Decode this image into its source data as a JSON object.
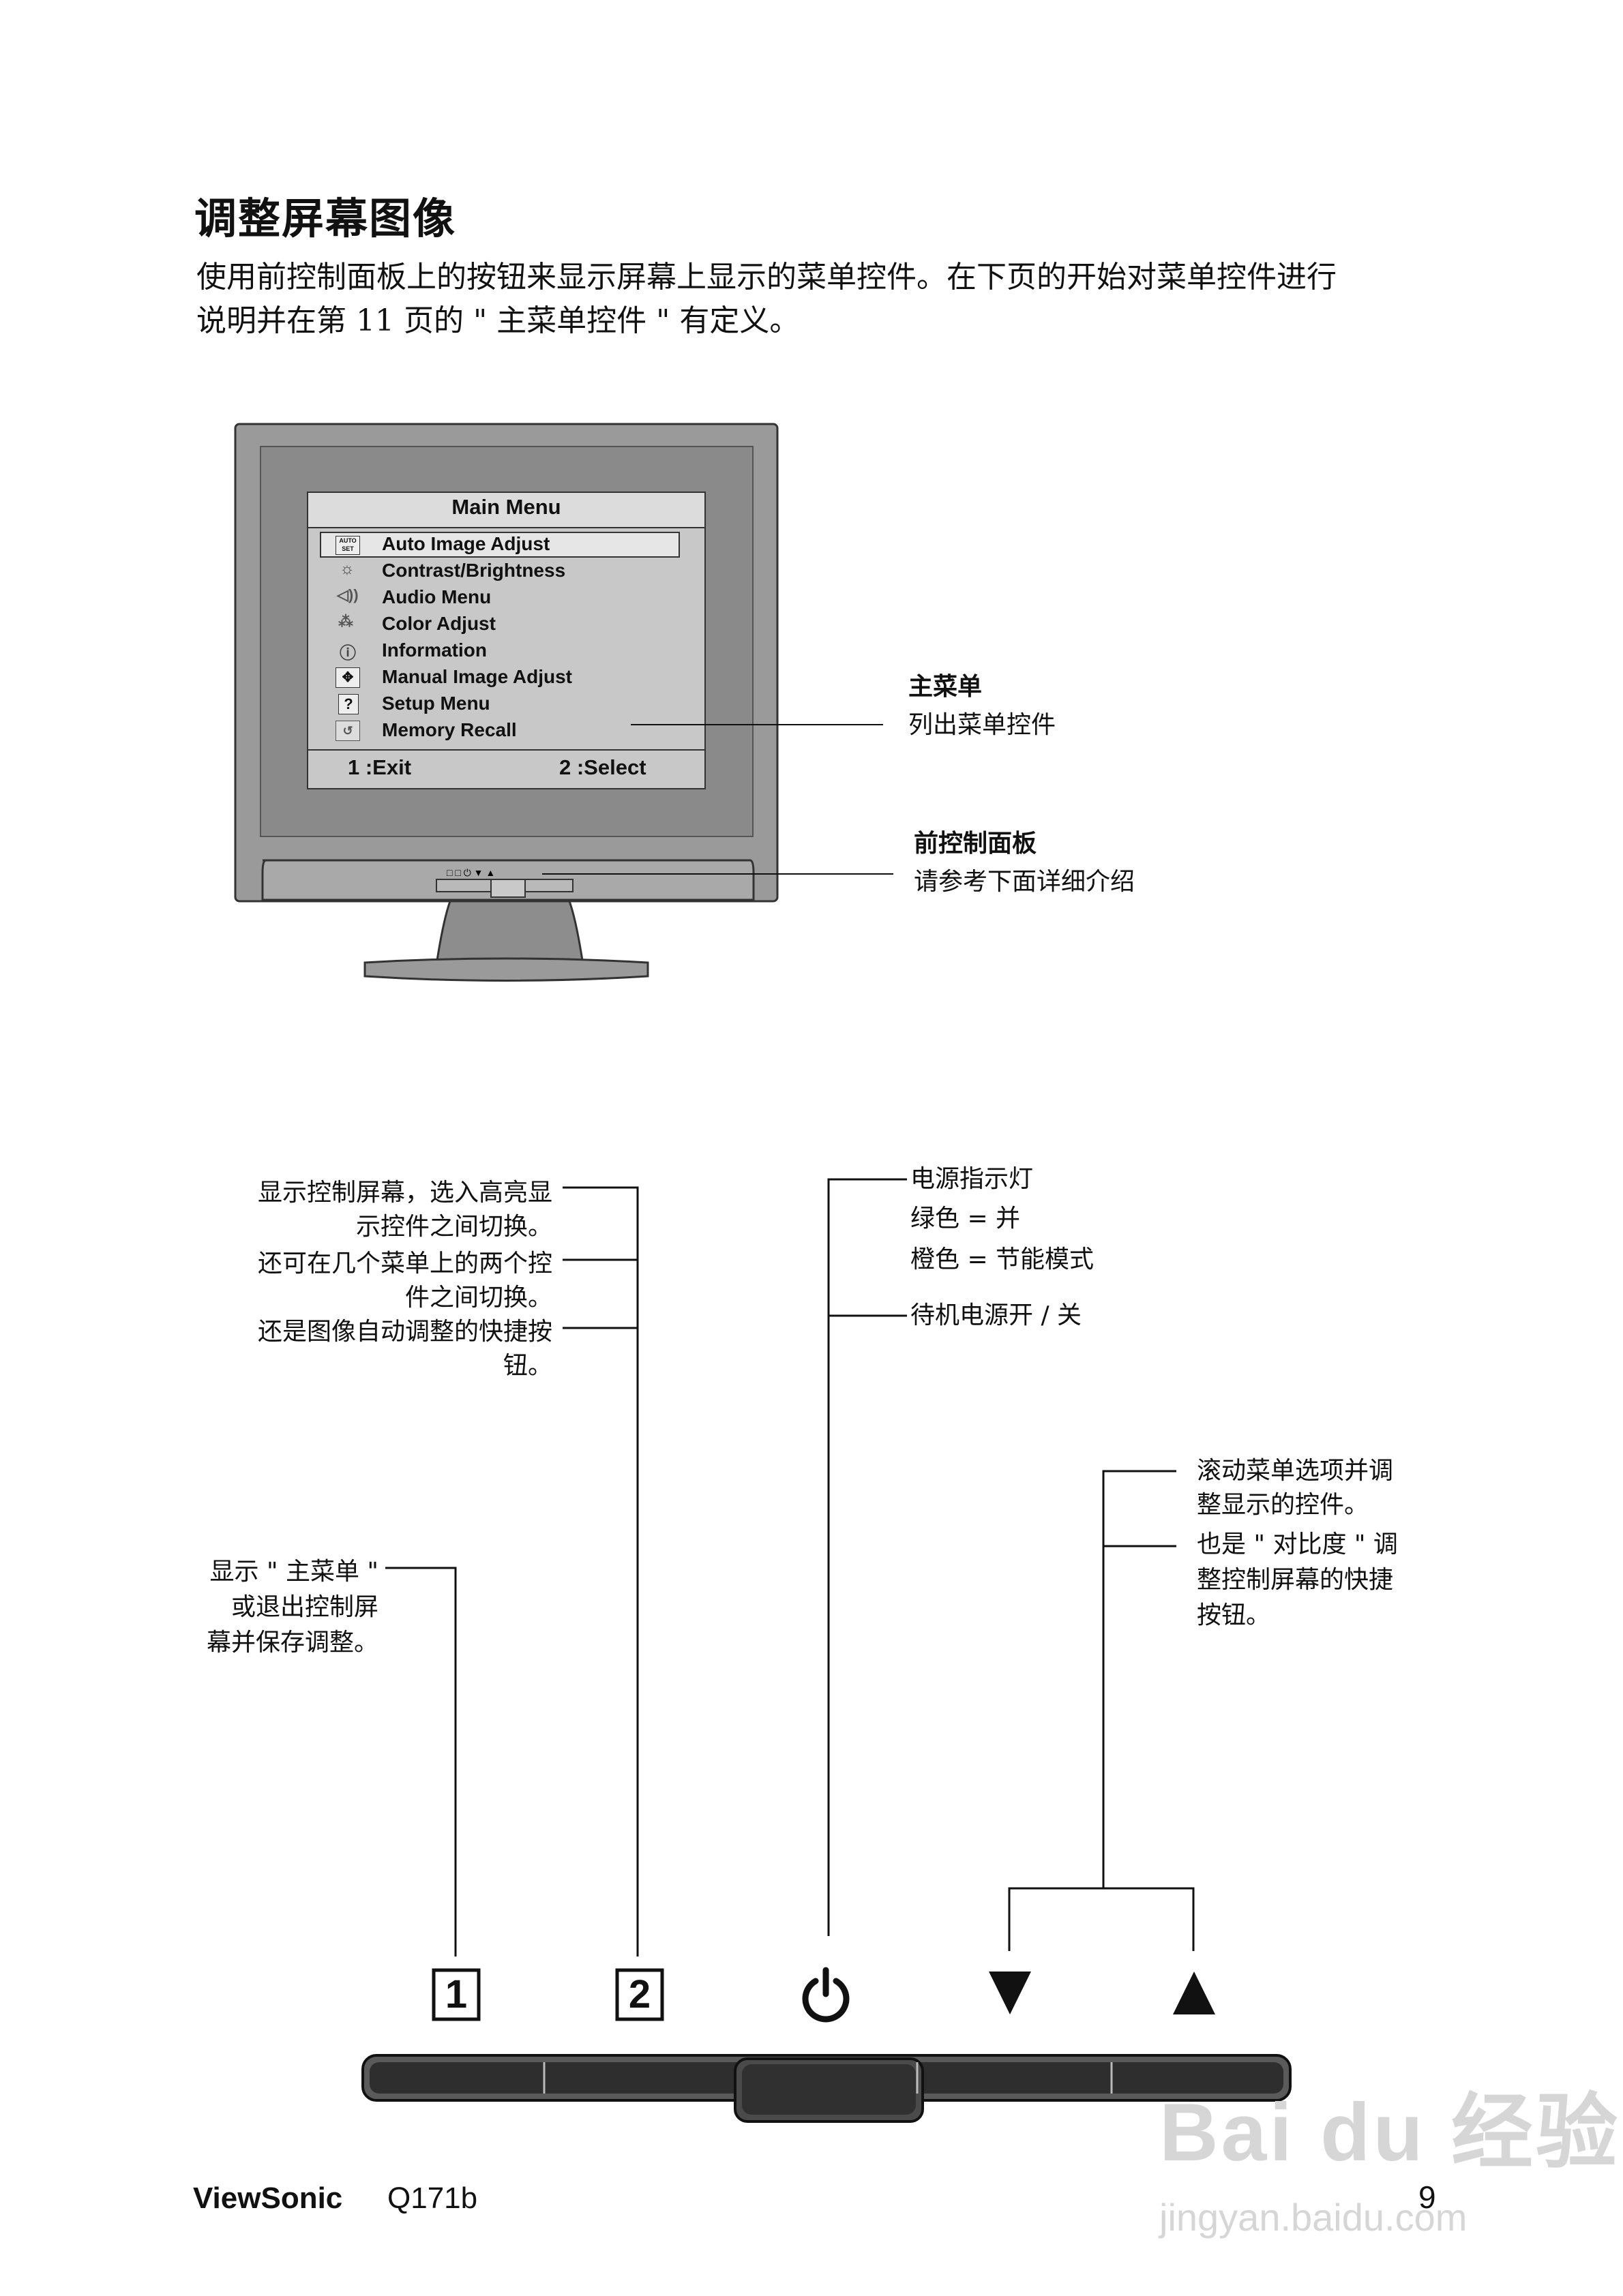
{
  "heading": "调整屏幕图像",
  "intro_line1": "使用前控制面板上的按钮来显示屏幕上显示的菜单控件。在下页的开始对菜单控件进行",
  "intro_line2": "说明并在第 11 页的 \" 主菜单控件 \" 有定义。",
  "osd": {
    "title": "Main Menu",
    "items": [
      {
        "label": "Auto Image Adjust",
        "icon": "auto-set-icon",
        "icon_text": "AUTO SET"
      },
      {
        "label": "Contrast/Brightness",
        "icon": "brightness-icon"
      },
      {
        "label": "Audio Menu",
        "icon": "speaker-icon"
      },
      {
        "label": "Color Adjust",
        "icon": "palette-icon"
      },
      {
        "label": "Information",
        "icon": "info-icon"
      },
      {
        "label": "Manual Image Adjust",
        "icon": "move-arrows-icon"
      },
      {
        "label": "Setup Menu",
        "icon": "question-icon"
      },
      {
        "label": "Memory Recall",
        "icon": "recall-icon"
      }
    ],
    "footer_left": "1 :Exit",
    "footer_right": "2 :Select"
  },
  "callouts": {
    "main_menu_title": "主菜单",
    "main_menu_desc": "列出菜单控件",
    "front_panel_title": "前控制面板",
    "front_panel_desc": "请参考下面详细介绍"
  },
  "button2_desc": {
    "a1": "显示控制屏幕，选入高亮显",
    "a2": "示控件之间切换。",
    "b1": "还可在几个菜单上的两个控",
    "b2": "件之间切换。",
    "c1": "还是图像自动调整的快捷按",
    "c2": "钮。"
  },
  "button1_desc": {
    "l1": "显示 \" 主菜单 \"",
    "l2": "或退出控制屏",
    "l3": "幕并保存调整。"
  },
  "power_desc": {
    "l1": "电源指示灯",
    "l2": "绿色 = 并",
    "l3": "橙色 = 节能模式",
    "l4": "待机电源开 / 关"
  },
  "arrows_desc": {
    "a1": "滚动菜单选项并调",
    "a2": "整显示的控件。",
    "b1": "也是 \" 对比度 \" 调",
    "b2": "整控制屏幕的快捷",
    "b3": "按钮。"
  },
  "buttons": {
    "b1": "1",
    "b2": "2"
  },
  "footer": {
    "brand": "ViewSonic",
    "model": "Q171b",
    "page": "9"
  },
  "watermark": {
    "text": "Bai du 经验",
    "url": "jingyan.baidu.com"
  }
}
